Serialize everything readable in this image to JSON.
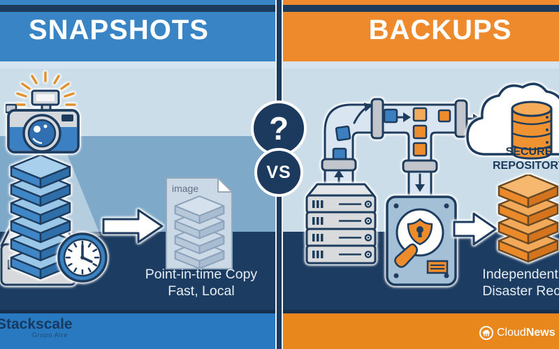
{
  "header": {
    "left": "SNAPSHOTS",
    "right": "BACKUPS"
  },
  "divider": {
    "question_mark": "?",
    "vs": "VS"
  },
  "left_panel": {
    "document_label": "image",
    "caption_line1": "Point-in-time Copy",
    "caption_line2": "Fast, Local"
  },
  "right_panel": {
    "repository_line1": "SECURE",
    "repository_line2": "REPOSITORY",
    "caption_line1": "Independent Copy",
    "caption_line2": "Disaster Recovery"
  },
  "footer": {
    "left_brand": "Stackscale",
    "left_sub": "Grupo Aire",
    "right_brand_regular": "Cloud",
    "right_brand_bold": "News"
  },
  "colors": {
    "header_blue": "#3884c5",
    "header_orange": "#ee8a2b",
    "navy": "#1e3c5e",
    "light_blue": "#cbdde9",
    "mid_blue": "#7fa9c9",
    "dark_band": "#1d3c61",
    "footer_blue": "#2879c0",
    "footer_orange": "#e8871c"
  }
}
